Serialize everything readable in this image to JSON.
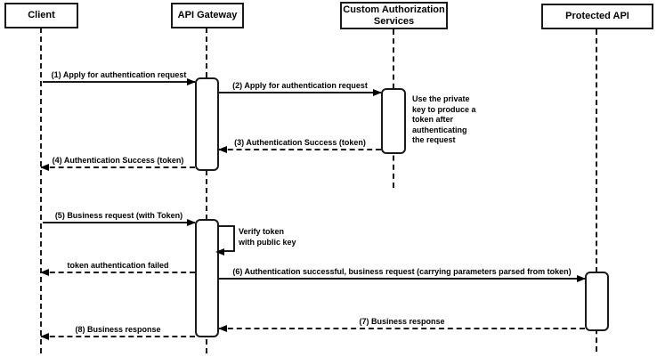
{
  "diagram": {
    "type": "sequence-diagram",
    "colors": {
      "stroke": "#000000",
      "background": "#ffffff",
      "text": "#000000"
    },
    "actors": [
      {
        "name": "Client"
      },
      {
        "name": "API Gateway"
      },
      {
        "name": "Custom Authorization Services"
      },
      {
        "name": "Protected API"
      }
    ],
    "messages": {
      "m1": {
        "label": "(1) Apply for authentication request",
        "from": "Client",
        "to": "API Gateway",
        "style": "solid"
      },
      "m2": {
        "label": "(2) Apply for authentication request",
        "from": "API Gateway",
        "to": "Custom Authorization Services",
        "style": "solid"
      },
      "m3": {
        "label": "(3) Authentication Success (token)",
        "from": "Custom Authorization Services",
        "to": "API Gateway",
        "style": "dashed"
      },
      "m4": {
        "label": "(4) Authentication Success (token)",
        "from": "API Gateway",
        "to": "Client",
        "style": "dashed"
      },
      "m5": {
        "label": "(5) Business request (with Token)",
        "from": "Client",
        "to": "API Gateway",
        "style": "solid"
      },
      "failed": {
        "label": "token authentication failed",
        "from": "API Gateway",
        "to": "Client",
        "style": "dashed"
      },
      "m6": {
        "label": "(6) Authentication successful, business request (carrying parameters parsed from token)",
        "from": "API Gateway",
        "to": "Protected API",
        "style": "solid"
      },
      "m7": {
        "label": "(7) Business response",
        "from": "Protected API",
        "to": "API Gateway",
        "style": "dashed"
      },
      "m8": {
        "label": "(8) Business response",
        "from": "API Gateway",
        "to": "Client",
        "style": "dashed"
      }
    },
    "notes": {
      "self_call": "Verify token\nwith public key",
      "private_key": "Use the private\nkey to produce a\ntoken after\nauthenticating\nthe request"
    }
  }
}
